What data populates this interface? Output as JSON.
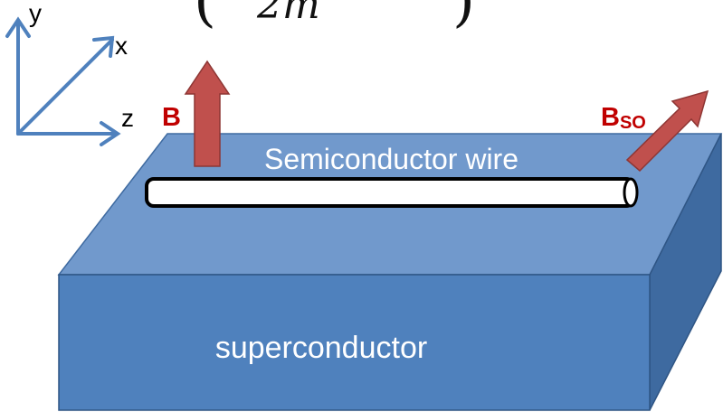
{
  "formula": {
    "left_paren": "(",
    "fragment": "2m",
    "right_paren": ")"
  },
  "axes": {
    "y_label": "y",
    "x_label": "x",
    "z_label": "z",
    "color": "#4f81bd"
  },
  "fields": {
    "b_label": "B",
    "bso_main": "B",
    "bso_sub": "SO",
    "label_color": "#c00000",
    "arrow_color": "#c0504d"
  },
  "wire": {
    "label": "Semiconductor wire"
  },
  "block": {
    "label": "superconductor",
    "front_color": "#4f81bd",
    "top_color": "#7199cc",
    "side_color": "#3e6aa0"
  }
}
